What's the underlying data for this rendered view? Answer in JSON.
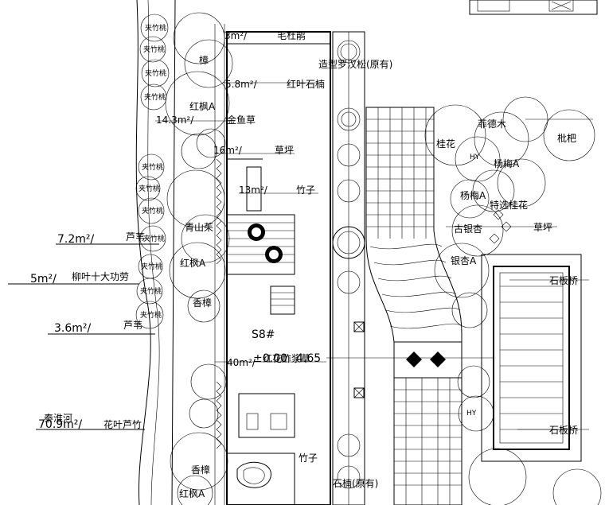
{
  "plan": {
    "area_labels": [
      {
        "id": "a1",
        "text": "3m²/",
        "species": "毛杜鹃"
      },
      {
        "id": "a2",
        "text": "5.8m²/",
        "species": "红叶石楠"
      },
      {
        "id": "a3",
        "text": "14.3m²/",
        "species": "金鱼草"
      },
      {
        "id": "a4",
        "text": "16m²/",
        "species": "草坪"
      },
      {
        "id": "a5",
        "text": "13m²/",
        "species": "竹子"
      },
      {
        "id": "a6",
        "text": "7.2m²/",
        "species": "芦苇"
      },
      {
        "id": "a7",
        "text": "5m²/",
        "species": "柳叶十大功劳"
      },
      {
        "id": "a8",
        "text": "3.6m²/",
        "species": "芦苇"
      },
      {
        "id": "a9",
        "text": "70.9m²/",
        "species": "花叶芦竹"
      },
      {
        "id": "a10",
        "text": "40m²/",
        "species": "红花酢浆草"
      }
    ],
    "plant_labels": [
      "造型罗汉松(原有)",
      "红枫A",
      "青山茱",
      "红枫A",
      "香樟",
      "竹子",
      "石楠(原有)",
      "桂花",
      "HY",
      "杨梅A",
      "杨梅A",
      "古银杏",
      "银杏A",
      "草坪",
      "特选桂花",
      "香樟",
      "红枫A",
      "枇杷",
      "秦淮河",
      "HY",
      "樟",
      "菲德木"
    ],
    "building_code": "S8#",
    "elevation": "±0.00",
    "elev_val": "4.65",
    "side_labels": [
      "石板桥",
      "石板桥"
    ],
    "tree_tag": "夹竹桃"
  }
}
